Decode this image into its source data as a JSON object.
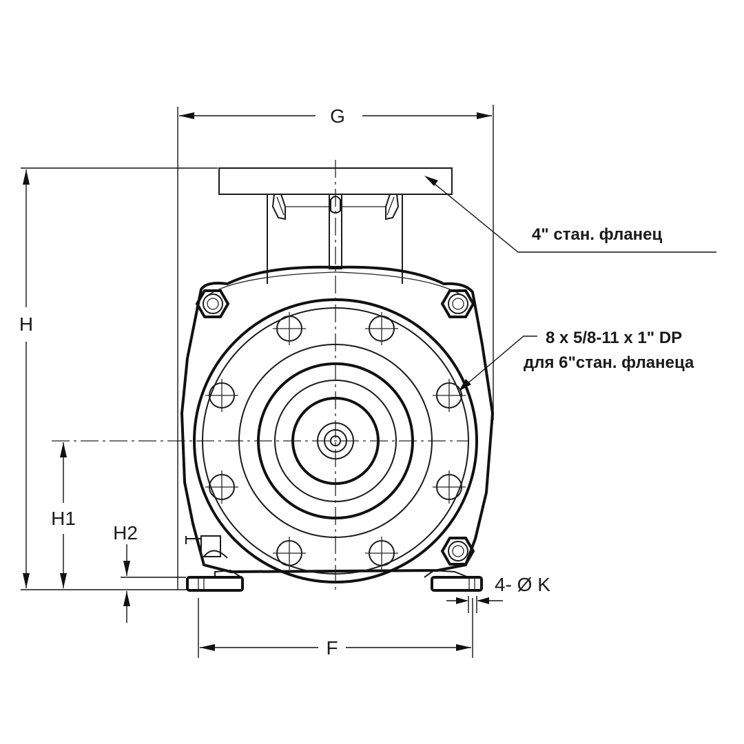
{
  "labels": {
    "g": "G",
    "h": "H",
    "h1": "H1",
    "h2": "H2",
    "f": "F",
    "k": "4- Ø K"
  },
  "callouts": {
    "suction_flange": "4\" стан. фланец",
    "bolt_line1": "8 x 5/8-11 x 1\" DP",
    "bolt_line2": "для 6\"стан. фланеца"
  },
  "colors": {
    "line": "#1a1a1a",
    "background": "#ffffff"
  }
}
